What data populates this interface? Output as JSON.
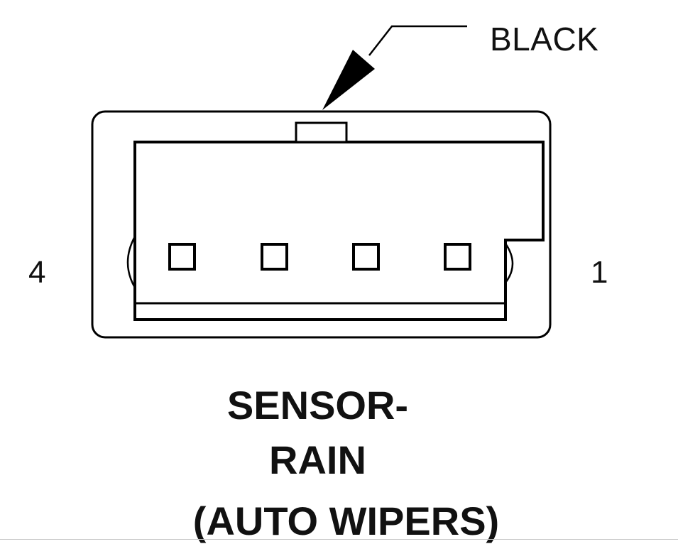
{
  "connector": {
    "color_label": "BLACK",
    "pin_left_label": "4",
    "pin_right_label": "1",
    "pin_count": 4
  },
  "caption": {
    "line1": "SENSOR-",
    "line2": "RAIN",
    "line3": "(AUTO WIPERS)"
  },
  "colors": {
    "stroke": "#000000",
    "background": "#ffffff"
  }
}
